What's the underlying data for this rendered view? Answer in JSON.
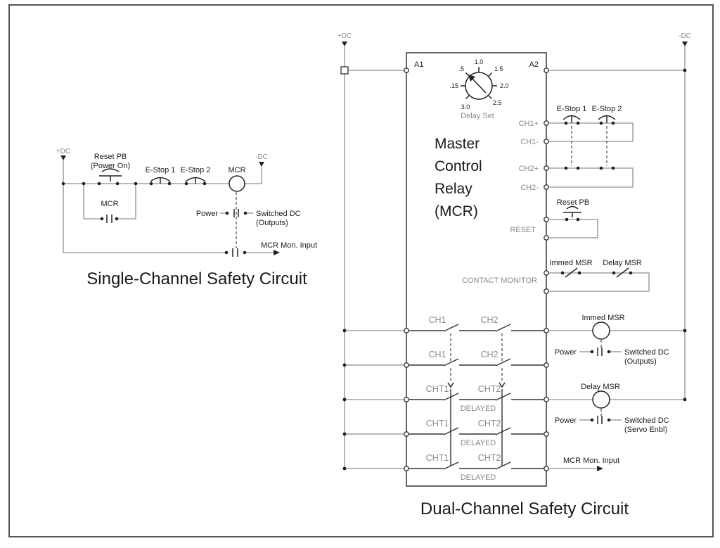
{
  "single": {
    "title": "Single-Channel Safety Circuit",
    "labels": {
      "plus_dc": "+DC",
      "minus_dc": "-DC",
      "reset_pb_1": "Reset PB",
      "reset_pb_2": "(Power On)",
      "mcr_seal": "MCR",
      "estop1": "E-Stop 1",
      "estop2": "E-Stop 2",
      "mcr_coil": "MCR",
      "power": "Power",
      "switched_dc_1": "Switched DC",
      "switched_dc_2": "(Outputs)",
      "mcr_mon": "MCR Mon. Input"
    }
  },
  "dual": {
    "title": "Dual-Channel Safety Circuit",
    "labels": {
      "plus_dc": "+DC",
      "minus_dc": "-DC",
      "a1": "A1",
      "a2": "A2",
      "relay_line1": "Master",
      "relay_line2": "Control",
      "relay_line3": "Relay",
      "relay_line4": "(MCR)",
      "delay_set": "Delay Set",
      "estop1": "E-Stop 1",
      "estop2": "E-Stop 2",
      "reset_pb": "Reset PB",
      "immed_msr_nc": "Immed MSR",
      "delay_msr_nc": "Delay MSR",
      "immed_msr_coil": "Immed MSR",
      "delay_msr_coil": "Delay MSR",
      "power1": "Power",
      "switched_dc1_1": "Switched DC",
      "switched_dc1_2": "(Outputs)",
      "power2": "Power",
      "switched_dc2_1": "Switched DC",
      "switched_dc2_2": "(Servo Enbl)",
      "mcr_mon": "MCR Mon. Input"
    },
    "terminals": {
      "ch1_plus": "CH1+",
      "ch1_minus": "CH1-",
      "ch2_plus": "CH2+",
      "ch2_minus": "CH2-",
      "reset": "RESET",
      "contact_monitor": "CONTACT MONITOR"
    },
    "dial_values": [
      ".15",
      ".5",
      "1.0",
      "1.5",
      "2.0",
      "2.5",
      "3.0"
    ],
    "contact_rows": [
      {
        "left": "CH1",
        "right": "CH2"
      },
      {
        "left": "CH1",
        "right": "CH2"
      },
      {
        "left": "CHT1",
        "right": "CHT2",
        "note": "DELAYED"
      },
      {
        "left": "CHT1",
        "right": "CHT2",
        "note": "DELAYED"
      },
      {
        "left": "CHT1",
        "right": "CHT2",
        "note": "DELAYED"
      }
    ]
  },
  "colors": {
    "wire": "#8f8f8f",
    "symbol": "#222222",
    "gray_text": "#8a8a8a",
    "black_text": "#1a1a1a"
  }
}
